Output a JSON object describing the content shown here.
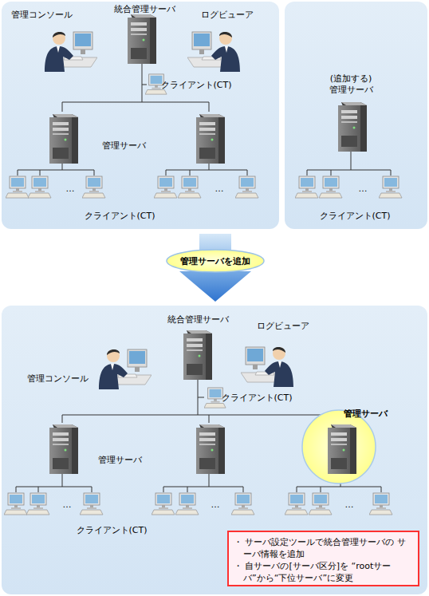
{
  "diagram": {
    "nodes": [
      {
        "text": [
          "管理サーバを追加"
        ]
      },
      {
        "text": [
          "・ サーバ設定ツールで統合管理サーバの サーバ情報を追加",
          "・ 自サーバの[サーバ区分]を “rootサーバ”から“下位サーバ”に変更"
        ]
      }
    ],
    "labels": [
      "管理コンソール",
      "統合管理サーバ",
      "ログビューア",
      "クライアント(CT)",
      "管理サーバ",
      "…",
      "…",
      "クライアント(CT)",
      "(追加する) 管理サーバ",
      "…",
      "クライアント(CT)",
      "統合管理サーバ",
      "ログビューア",
      "管理コンソール",
      "クライアント(CT)",
      "管理サーバ",
      "管理サーバ",
      "…",
      "…",
      "…",
      "クライアント(CT)"
    ]
  }
}
